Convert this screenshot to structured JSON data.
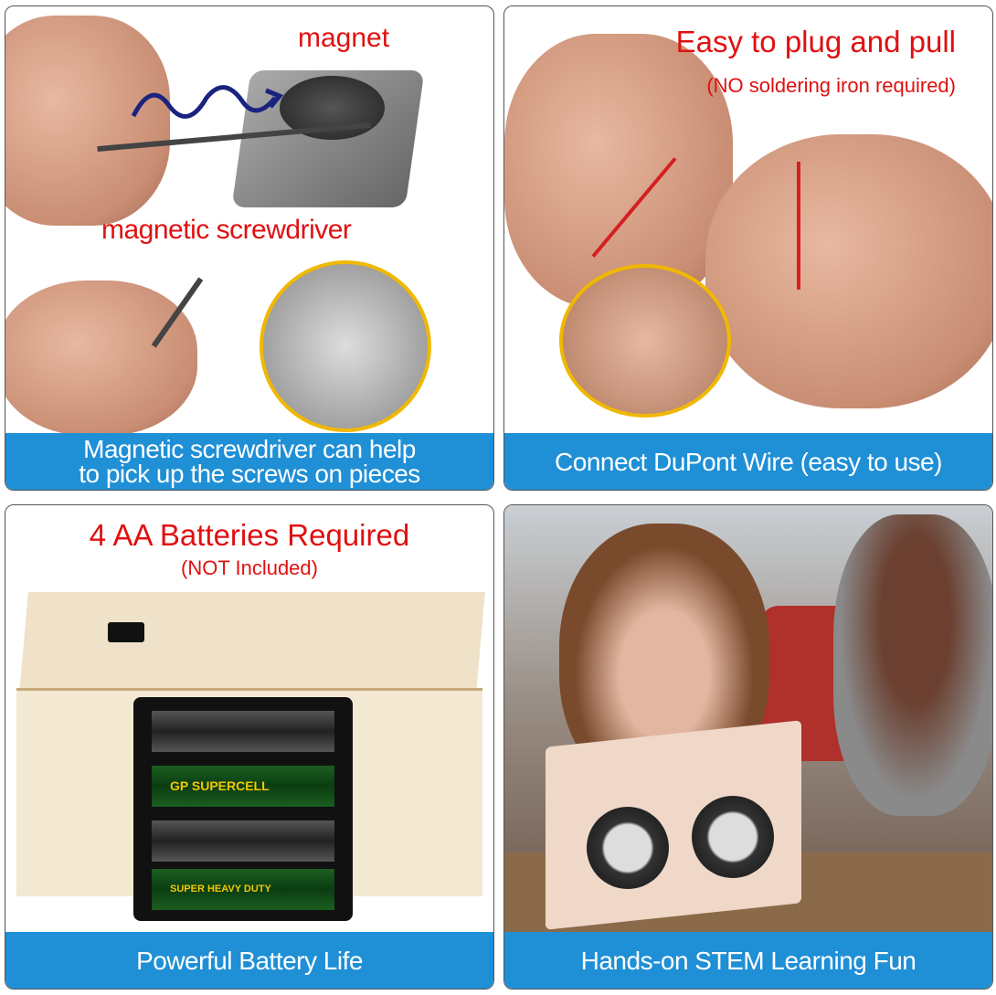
{
  "panels": [
    {
      "labels": [
        "magnet",
        "magnetic screwdriver"
      ],
      "caption": [
        "Magnetic screwdriver can help",
        "to pick up the screws on pieces"
      ]
    },
    {
      "title": "Easy to plug and pull",
      "subtitle": "(NO soldering iron required)",
      "caption": [
        "Connect  DuPont  Wire (easy to use)"
      ]
    },
    {
      "title": "4 AA Batteries Required",
      "subtitle": "(NOT  Included)",
      "battery_labels": [
        "GP",
        "SUPERCELL",
        "SUPER HEAVY DUTY"
      ],
      "caption": [
        "Powerful  Battery  Life"
      ]
    },
    {
      "caption": [
        "Hands-on STEM Learning Fun"
      ]
    }
  ],
  "colors": {
    "caption_bg": "#1f8fd6",
    "label_red": "#e01010",
    "accent_yellow": "#f0b800"
  }
}
